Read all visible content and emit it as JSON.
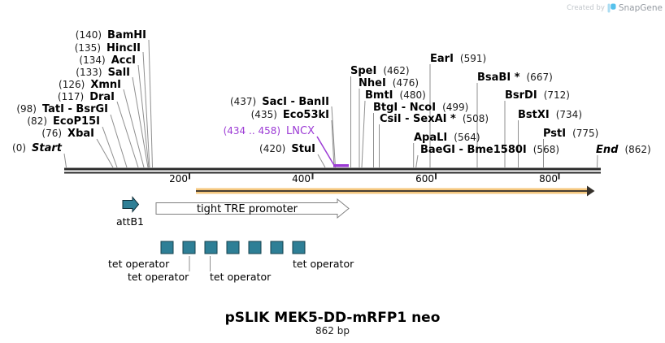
{
  "watermark": {
    "created_by": "Created by",
    "brand": "SnapGene"
  },
  "title": "pSLIK MEK5-DD-mRFP1 neo",
  "subtitle": "862 bp",
  "ruler": {
    "ticks": [
      "200",
      "400",
      "600",
      "800"
    ]
  },
  "start_marker": {
    "pos": "(0)",
    "name": "Start"
  },
  "end_marker": {
    "name": "End",
    "pos": "(862)"
  },
  "sites_left": [
    {
      "pos": "(140)",
      "name": "BamHI"
    },
    {
      "pos": "(135)",
      "name": "HincII"
    },
    {
      "pos": "(134)",
      "name": "AccI"
    },
    {
      "pos": "(133)",
      "name": "SalI"
    },
    {
      "pos": "(126)",
      "name": "XmnI"
    },
    {
      "pos": "(117)",
      "name": "DraI"
    },
    {
      "pos": "(98)",
      "name": "TatI - BsrGI"
    },
    {
      "pos": "(82)",
      "name": "EcoP15I"
    },
    {
      "pos": "(76)",
      "name": "XbaI"
    }
  ],
  "sites_mid": [
    {
      "pos": "(437)",
      "name": "SacI - BanII"
    },
    {
      "pos": "(435)",
      "name": "Eco53kI"
    },
    {
      "pos": "(420)",
      "name": "StuI"
    }
  ],
  "lncx": {
    "pos": "(434 .. 458)",
    "name": "LNCX"
  },
  "sites_right": [
    {
      "name": "SpeI",
      "pos": "(462)"
    },
    {
      "name": "NheI",
      "pos": "(476)"
    },
    {
      "name": "BmtI",
      "pos": "(480)"
    },
    {
      "name": "BtgI - NcoI",
      "pos": "(499)"
    },
    {
      "name": "CsiI - SexAI *",
      "pos": "(508)"
    },
    {
      "name": "ApaLI",
      "pos": "(564)"
    },
    {
      "name": "BaeGI - Bme1580I",
      "pos": "(568)"
    },
    {
      "name": "EarI",
      "pos": "(591)"
    },
    {
      "name": "BsaBI *",
      "pos": "(667)"
    },
    {
      "name": "BsrDI",
      "pos": "(712)"
    },
    {
      "name": "BstXI",
      "pos": "(734)"
    },
    {
      "name": "PstI",
      "pos": "(775)"
    }
  ],
  "features": {
    "attb1": "attB1",
    "tre_promoter": "tight TRE promoter",
    "tet_operator": "tet operator"
  },
  "colors": {
    "teal": "#2E7F96",
    "teal-border": "#16424E",
    "tan": "#F4C77E",
    "arrow-dark": "#35302A",
    "purple": "#9C3BD5",
    "ruler": "#2B2B2B",
    "leader": "#8F8F8F",
    "outline-gray": "#7F7F7F"
  }
}
